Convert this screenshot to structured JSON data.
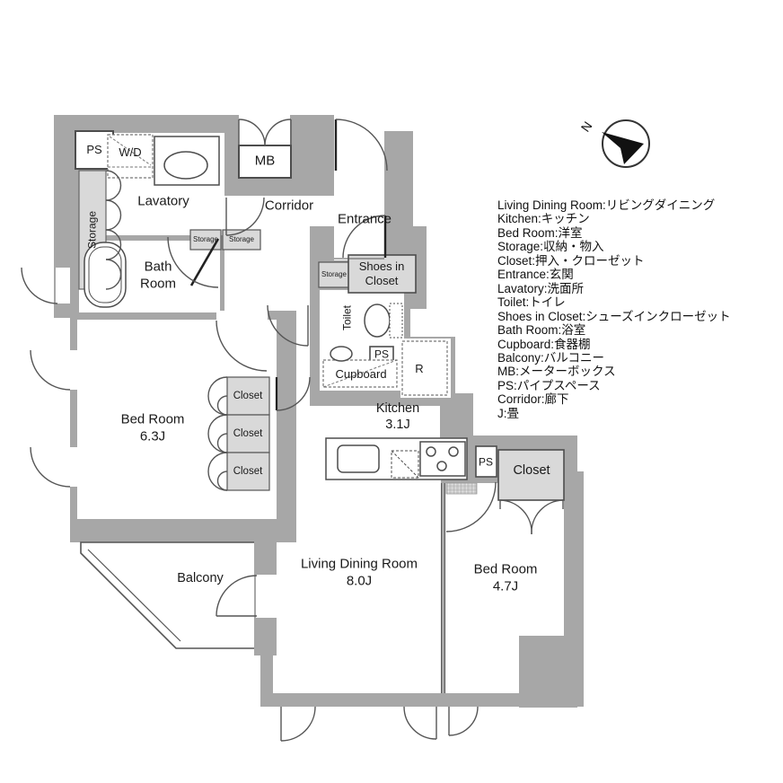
{
  "plan": {
    "labels": {
      "ps": "PS",
      "wd": "W/D",
      "storage": "Storage",
      "lavatory": "Lavatory",
      "mb": "MB",
      "corridor": "Corridor",
      "entrance": "Entrance",
      "shoes_in_closet": "Shoes in Closet",
      "bath_room": "Bath Room",
      "toilet": "Toilet",
      "cupboard": "Cupboard",
      "refrigerator": "R",
      "closet": "Closet",
      "balcony": "Balcony"
    },
    "rooms": {
      "bed63": {
        "name": "Bed Room",
        "size": "6.3J"
      },
      "kitchen": {
        "name": "Kitchen",
        "size": "3.1J"
      },
      "ldk": {
        "name": "Living Dining Room",
        "size": "8.0J"
      },
      "bed47": {
        "name": "Bed Room",
        "size": "4.7J"
      }
    }
  },
  "legend": {
    "items": [
      "Living Dining Room:リビングダイニング",
      "Kitchen:キッチン",
      "Bed Room:洋室",
      "Storage:収納・物入",
      "Closet:押入・クローゼット",
      "Entrance:玄関",
      "Lavatory:洗面所",
      "Toilet:トイレ",
      "Shoes in Closet:シューズインクローゼット",
      "Bath Room:浴室",
      "Cupboard:食器棚",
      "Balcony:バルコニー",
      "MB:メーターボックス",
      "PS:パイプスペース",
      "Corridor:廊下",
      "J:畳"
    ]
  },
  "compass": {
    "label": "N"
  },
  "colors": {
    "wall": "#a7a7a7",
    "storage_fill": "#d9d9d9",
    "line": "#4d4d4d"
  }
}
